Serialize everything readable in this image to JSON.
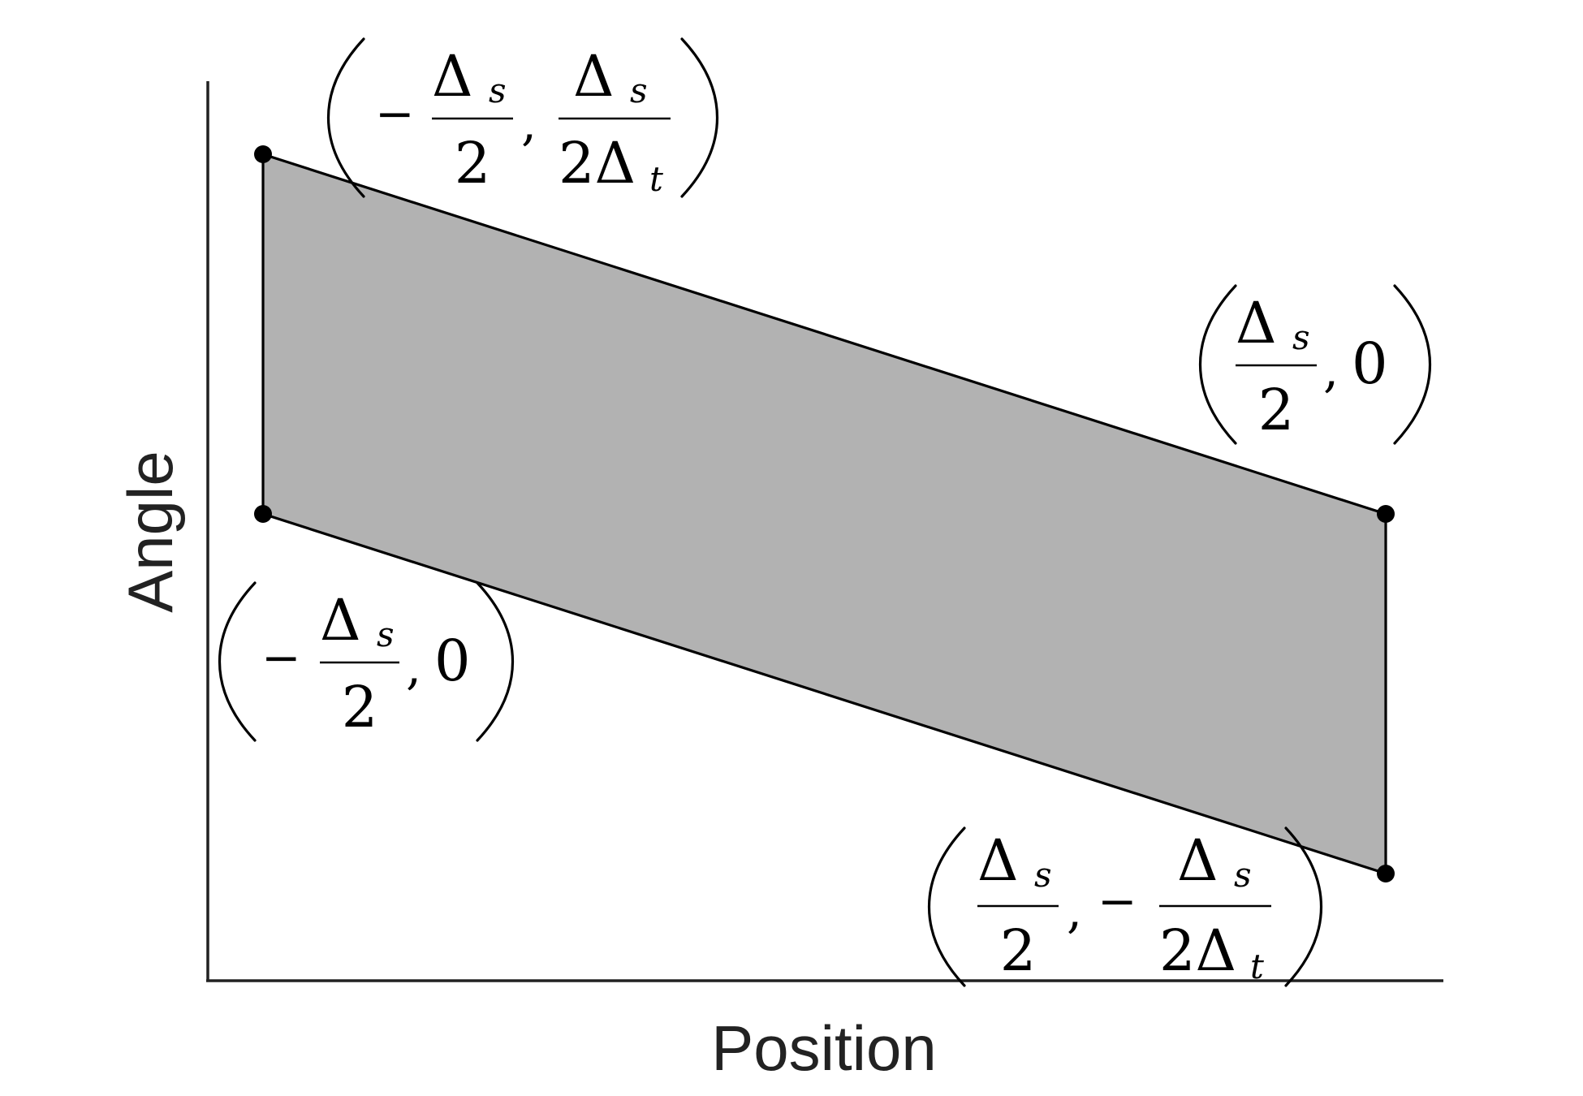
{
  "diagram": {
    "axes": {
      "x_label": "Position",
      "y_label": "Angle"
    },
    "colors": {
      "region_fill": "#b2b2b2",
      "region_stroke": "#000000",
      "axis": "#222222",
      "vertex": "#000000"
    },
    "region": {
      "shape": "parallelogram",
      "vertices": [
        {
          "id": "top-left",
          "coordinate": "(-Δs/2, Δs/(2Δt))"
        },
        {
          "id": "right-middle",
          "coordinate": "(Δs/2, 0)"
        },
        {
          "id": "bottom-right",
          "coordinate": "(Δs/2, -Δs/(2Δt))"
        },
        {
          "id": "left-middle",
          "coordinate": "(-Δs/2, 0)"
        }
      ]
    },
    "labels": {
      "top_left": {
        "minus": "−",
        "num1": "Δ",
        "num1_sub": "s",
        "den1": "2",
        "comma": ",",
        "num2": "Δ",
        "num2_sub": "s",
        "den2": "2Δ",
        "den2_sub": "t"
      },
      "right_middle": {
        "num1": "Δ",
        "num1_sub": "s",
        "den1": "2",
        "comma": ",",
        "value2": "0"
      },
      "left_middle": {
        "minus": "−",
        "num1": "Δ",
        "num1_sub": "s",
        "den1": "2",
        "comma": ",",
        "value2": "0"
      },
      "bottom_right": {
        "num1": "Δ",
        "num1_sub": "s",
        "den1": "2",
        "comma": ",",
        "minus": "−",
        "num2": "Δ",
        "num2_sub": "s",
        "den2": "2Δ",
        "den2_sub": "t"
      }
    }
  }
}
